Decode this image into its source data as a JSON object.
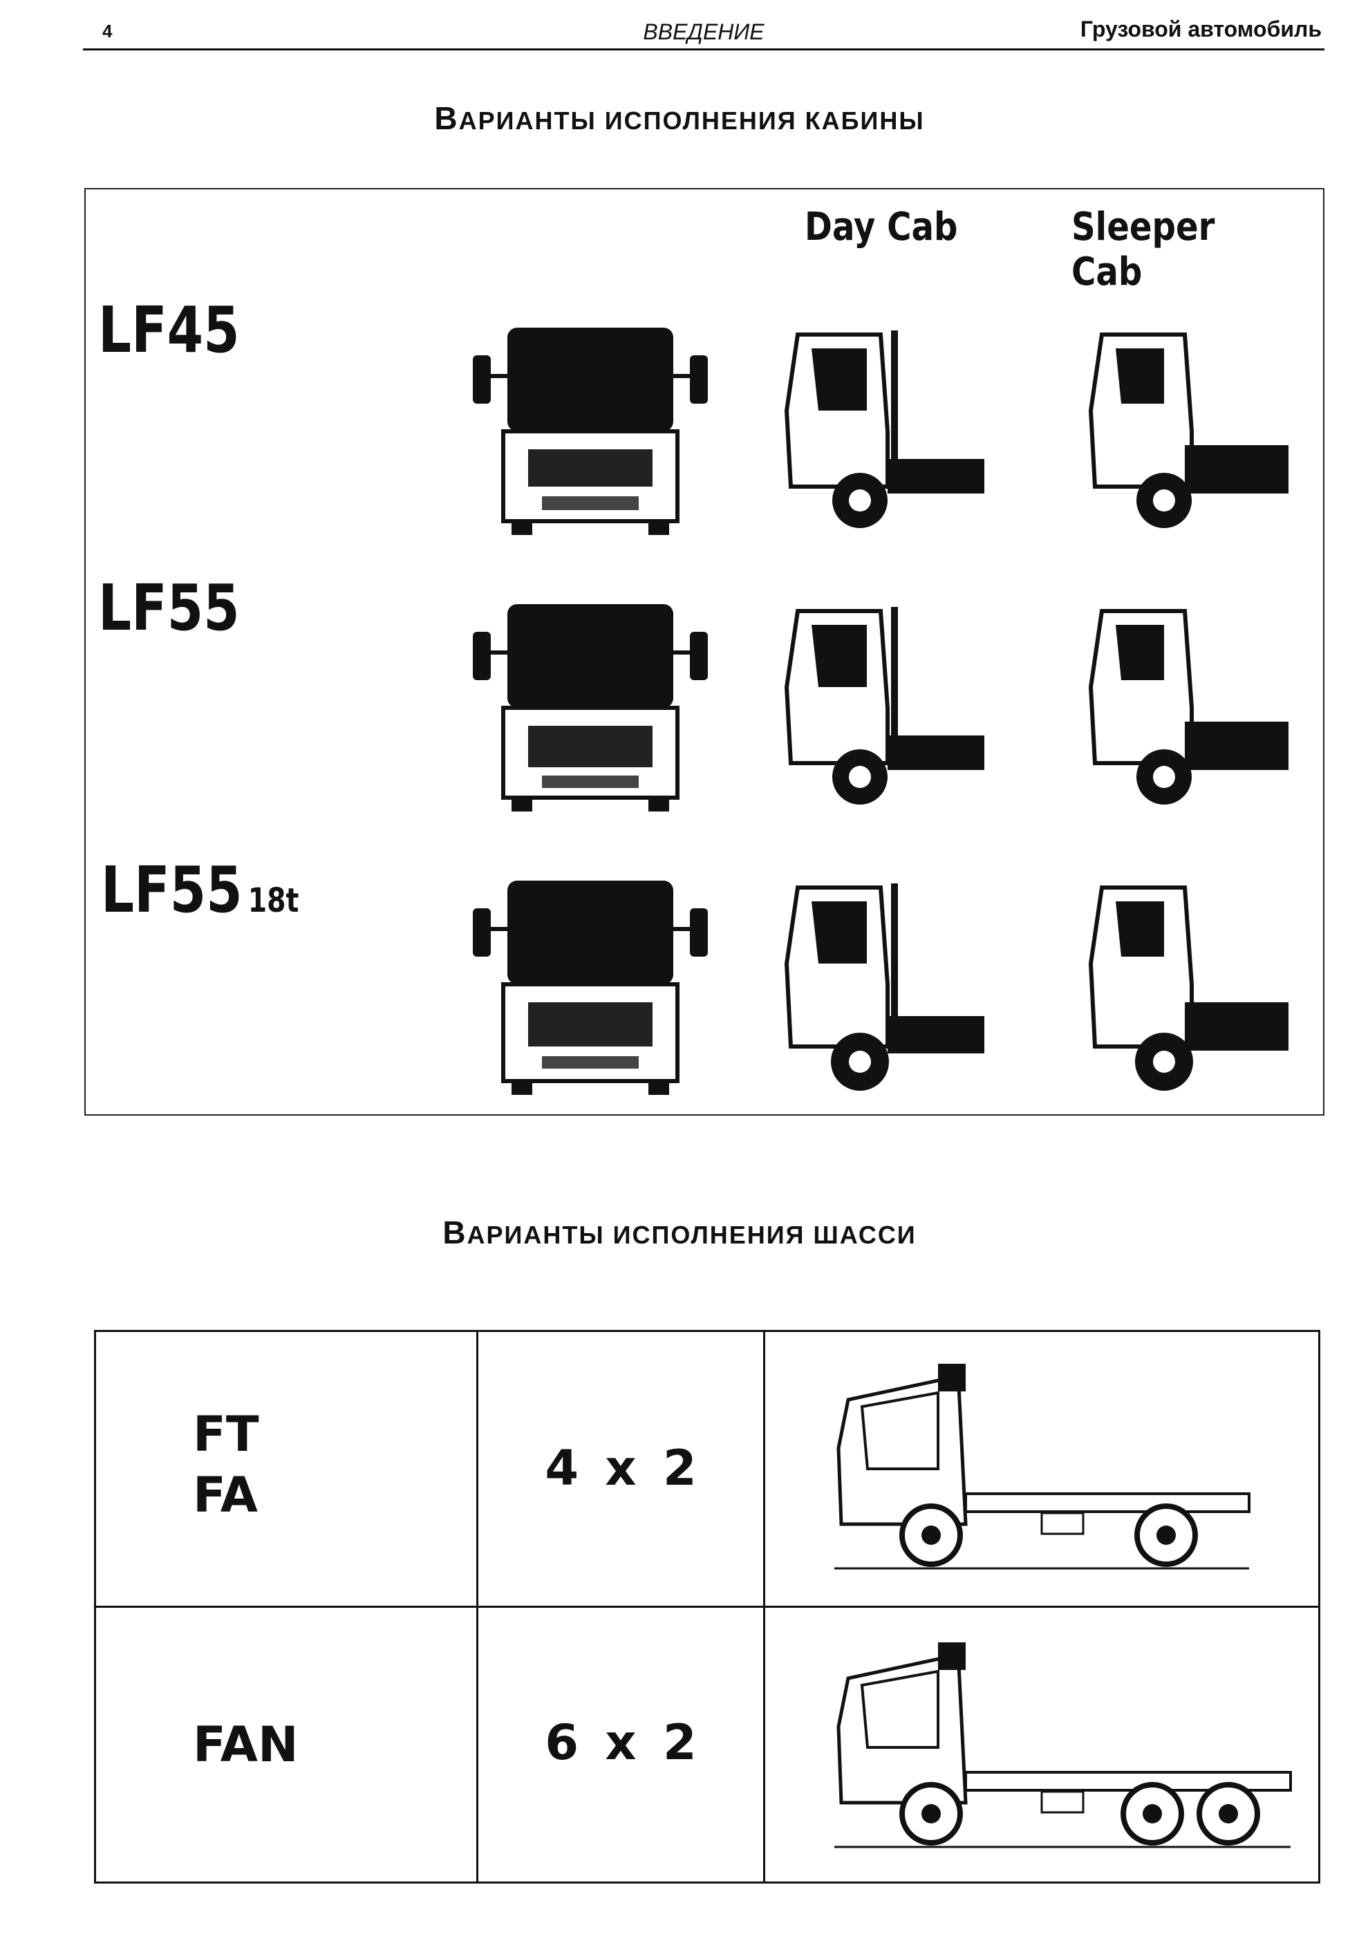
{
  "header": {
    "page_number": "4",
    "section": "ВВЕДЕНИЕ",
    "book_title": "Грузовой автомобиль"
  },
  "cab_section": {
    "title_first": "В",
    "title_rest": "АРИАНТЫ ИСПОЛНЕНИЯ КАБИНЫ",
    "columns": [
      "Day Cab",
      "Sleeper Cab"
    ],
    "models": [
      {
        "name": "LF45",
        "suffix": ""
      },
      {
        "name": "LF55",
        "suffix": ""
      },
      {
        "name": "LF55",
        "suffix": "18t"
      }
    ]
  },
  "chassis_section": {
    "title_first": "В",
    "title_rest": "АРИАНТЫ ИСПОЛНЕНИЯ ШАССИ",
    "rows": [
      {
        "code_line1": "FT",
        "code_line2": "FA",
        "axle": "4 x 2"
      },
      {
        "code_line1": "FAN",
        "code_line2": "",
        "axle": "6 x 2"
      }
    ]
  }
}
